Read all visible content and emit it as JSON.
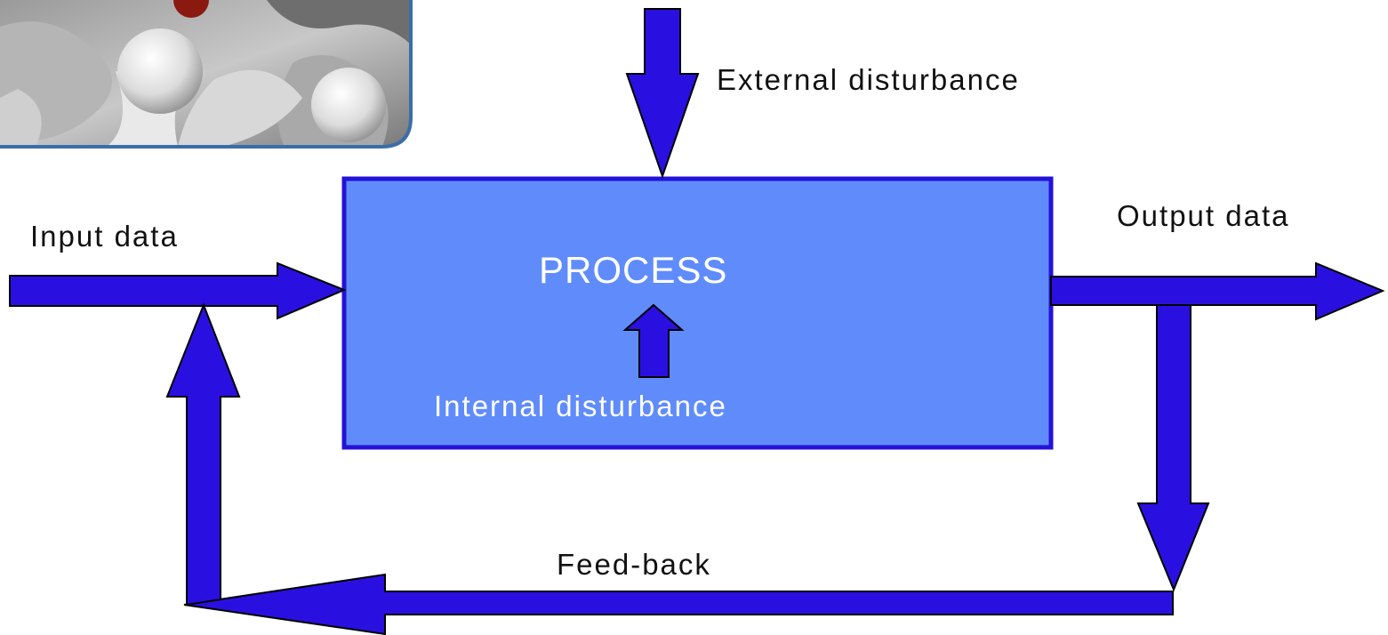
{
  "diagram": {
    "process_label": "PROCESS",
    "internal_disturbance_label": "Internal disturbance",
    "external_disturbance_label": "External disturbance",
    "input_label": "Input data",
    "output_label": "Output data",
    "feedback_label": "Feed-back"
  },
  "colors": {
    "arrow_fill": "#2a10e0",
    "arrow_stroke": "#000000",
    "process_fill": "#608cfb",
    "process_border": "#2412d8",
    "photo_frame": "#3a6ea8",
    "dark_text": "#111111",
    "light_text": "#ffffff"
  },
  "photo": {
    "icon": "3d-people-figures-photo"
  }
}
